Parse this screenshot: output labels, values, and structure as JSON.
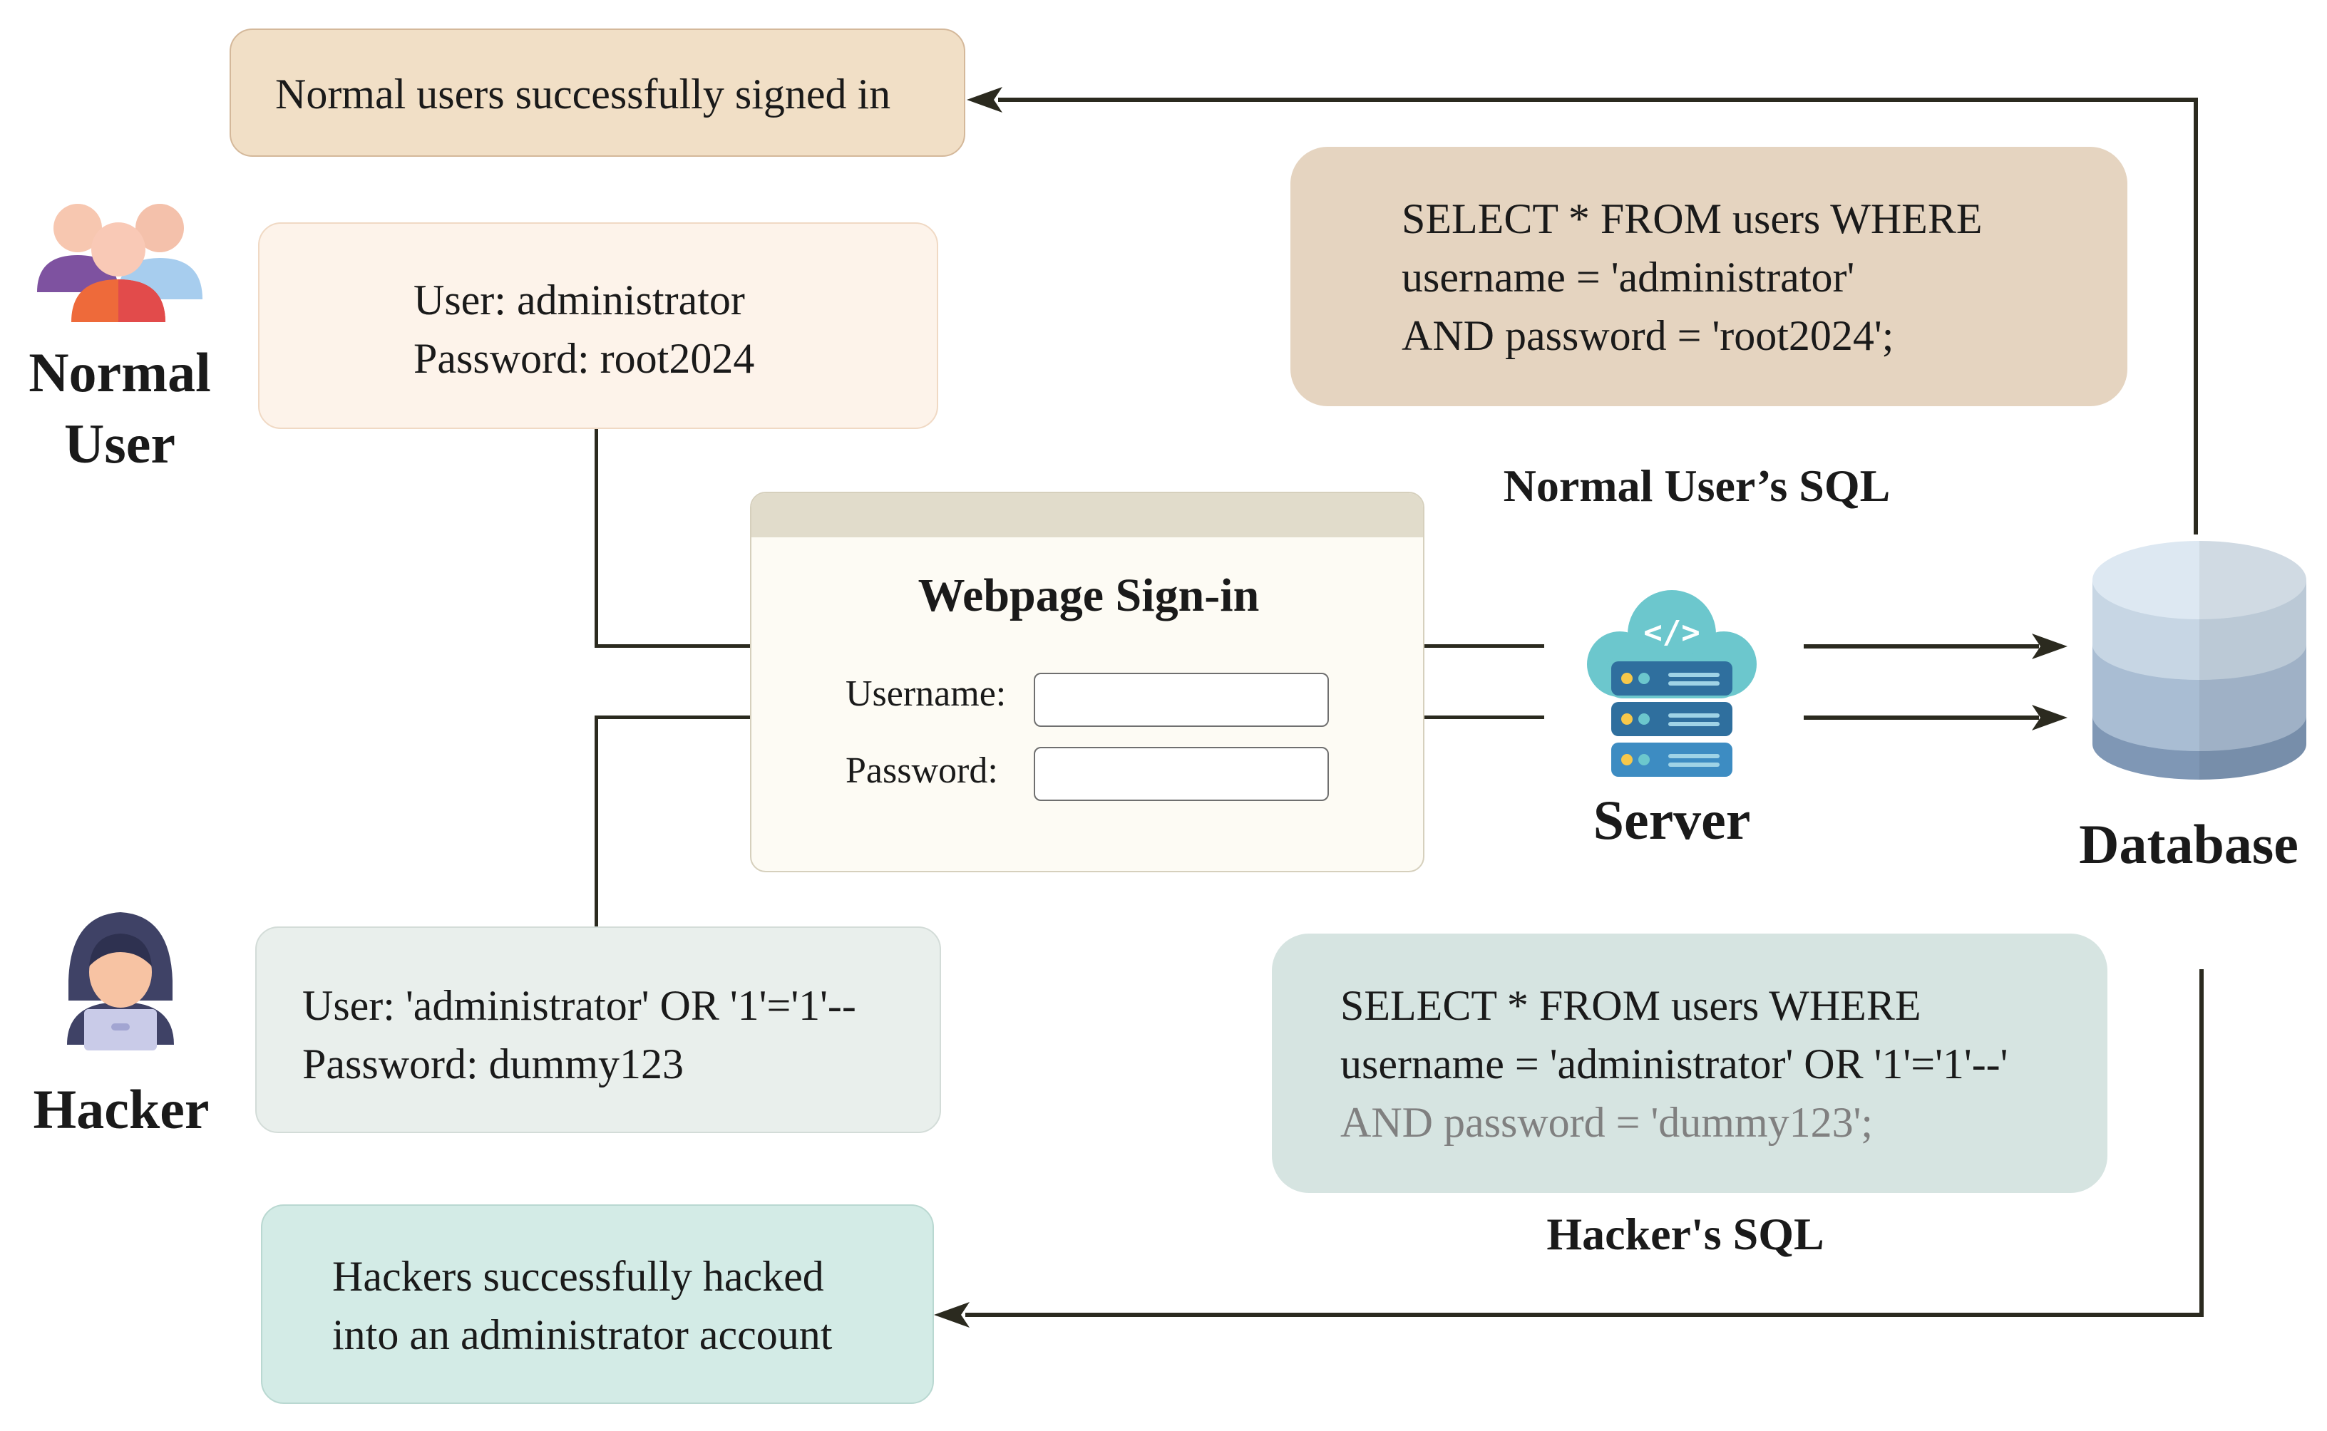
{
  "normal_user": {
    "label_line1": "Normal",
    "label_line2": "User",
    "credentials_line1": "User: administrator",
    "credentials_line2": "Password: root2024"
  },
  "hacker": {
    "label": "Hacker",
    "credentials_line1": "User: 'administrator' OR '1'='1'--",
    "credentials_line2": "Password: dummy123"
  },
  "results": {
    "normal_success": "Normal users successfully signed in",
    "hacker_success_line1": "Hackers successfully hacked",
    "hacker_success_line2": "into an administrator account"
  },
  "signin_form": {
    "title": "Webpage Sign-in",
    "username_label": "Username:",
    "password_label": "Password:",
    "username_value": "",
    "password_value": ""
  },
  "server": {
    "label": "Server"
  },
  "database": {
    "label": "Database"
  },
  "normal_sql": {
    "line1": "SELECT * FROM users WHERE",
    "line2": "username = 'administrator'",
    "line3": "AND password = 'root2024';",
    "caption": "Normal User’s SQL"
  },
  "hacker_sql": {
    "line1": "SELECT * FROM users WHERE",
    "line2": "username = 'administrator' OR '1'='1'--'",
    "line3": "AND password = 'dummy123';",
    "caption": "Hacker's SQL"
  },
  "icons": {
    "normal_user": "users-group-icon",
    "hacker": "hooded-hacker-icon",
    "server": "cloud-server-icon",
    "database": "database-cylinder-icon"
  },
  "colors": {
    "result_normal_bg": "#f1dfc6",
    "credentials_normal_bg": "#fdf3ea",
    "sql_normal_bg": "#e5d4c0",
    "credentials_hacker_bg": "#e9efec",
    "sql_hacker_bg": "#d6e4e1",
    "result_hacker_bg": "#d3ebe6",
    "browser_bar": "#e1dccb",
    "browser_body": "#fdfbf4",
    "arrow": "#2b2a1f",
    "commented_sql_text": "#808080"
  }
}
